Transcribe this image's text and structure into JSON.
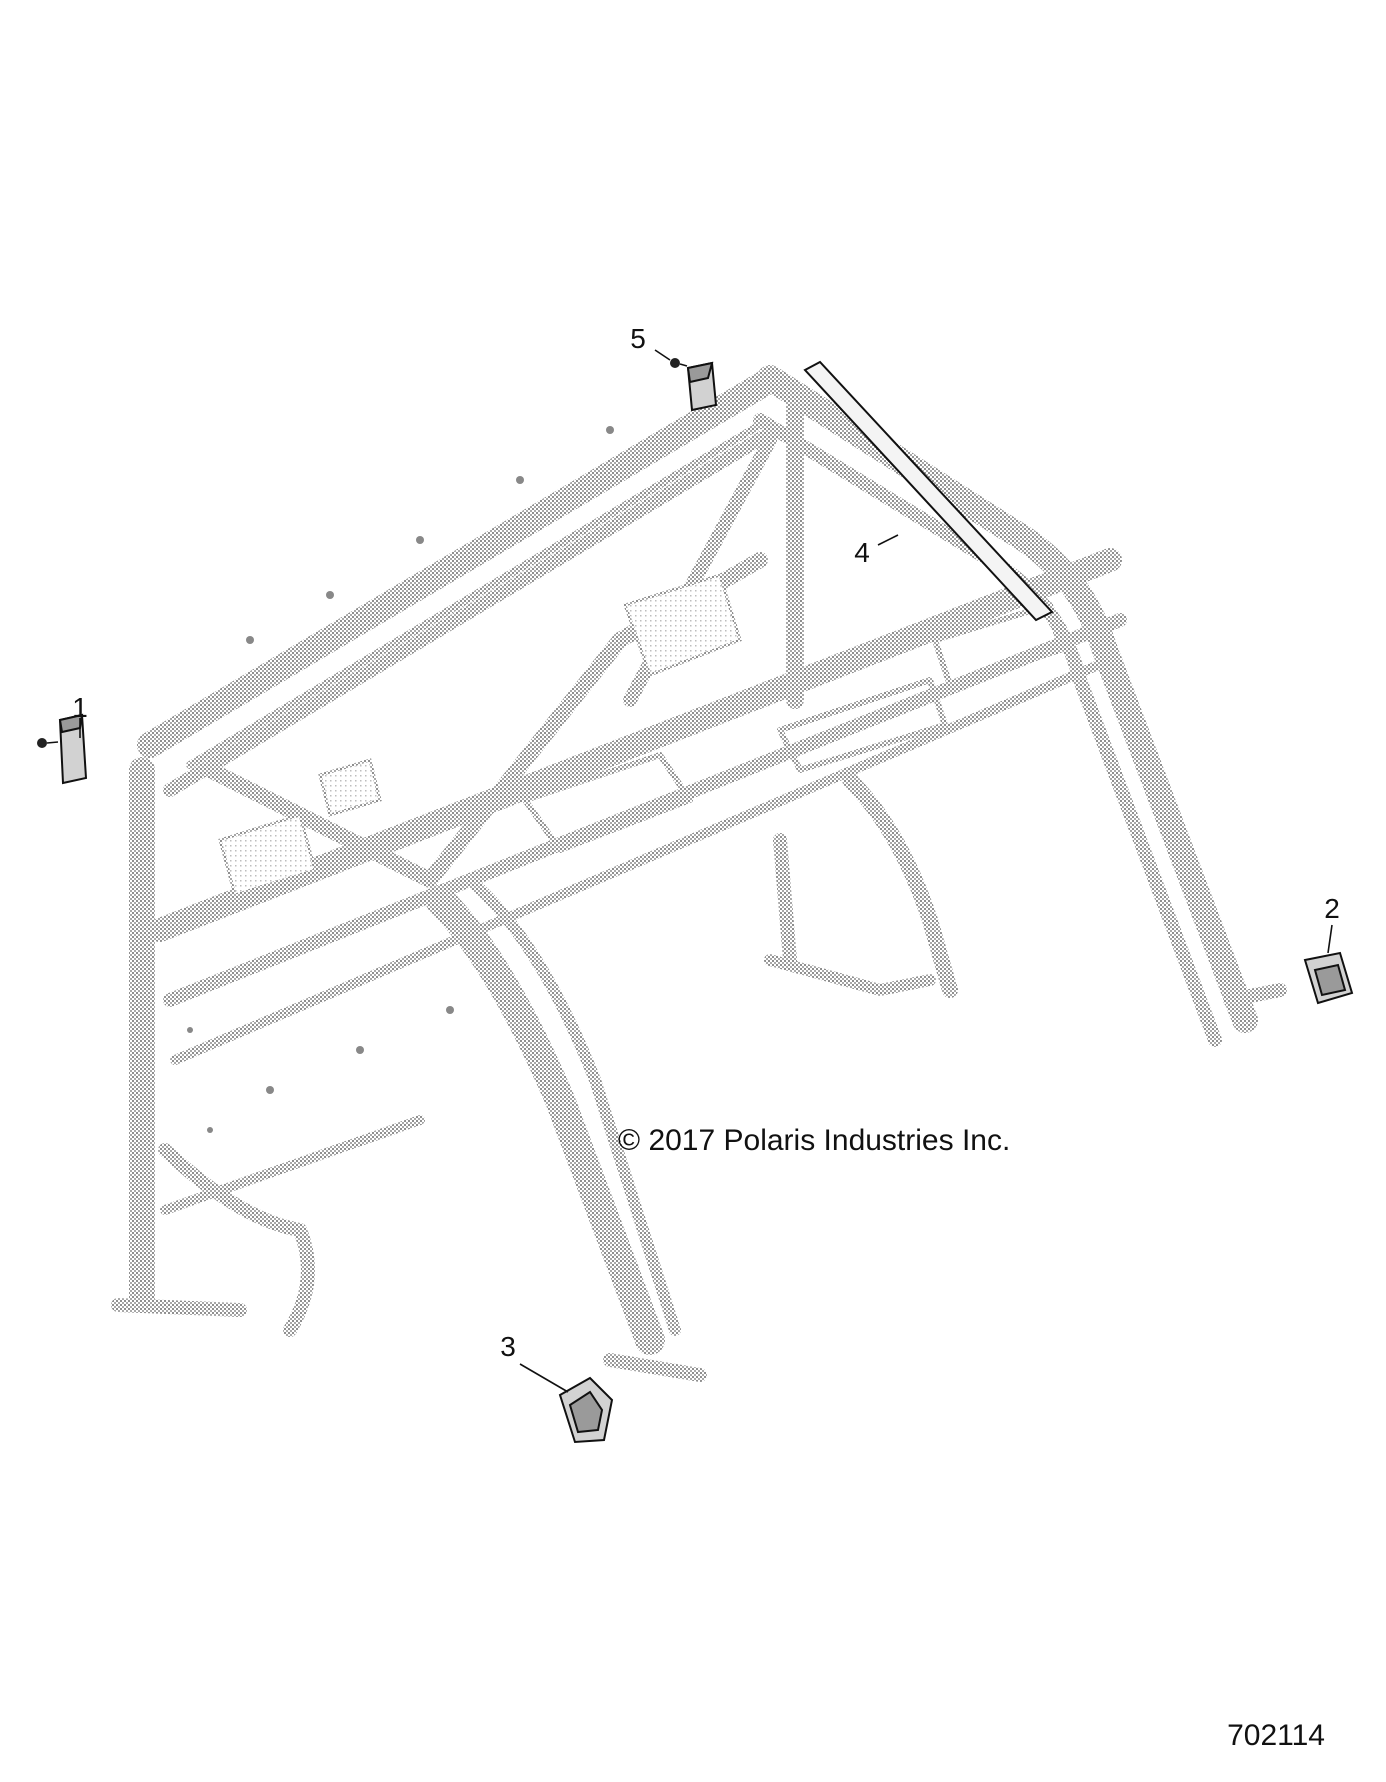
{
  "callouts": [
    {
      "id": "1",
      "label": "1"
    },
    {
      "id": "2",
      "label": "2"
    },
    {
      "id": "3",
      "label": "3"
    },
    {
      "id": "4",
      "label": "4"
    },
    {
      "id": "5",
      "label": "5"
    }
  ],
  "copyright": "© 2017 Polaris Industries Inc.",
  "diagram_code": "702114",
  "colors": {
    "frame": "#9a9a9a",
    "ink": "#111111",
    "part_fill": "#d2d2d2",
    "background": "#ffffff"
  }
}
